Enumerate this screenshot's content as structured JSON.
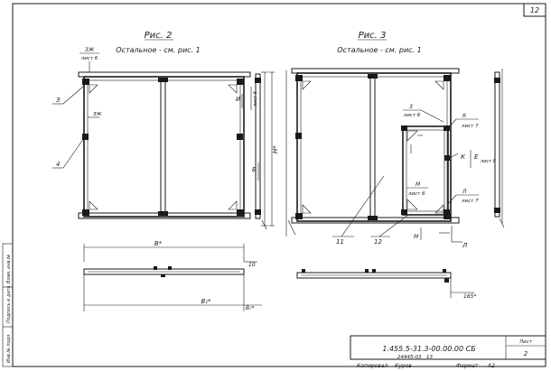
{
  "sheet": {
    "page_number": "12",
    "stamp_lines": [
      "Инв.№ подл.",
      "Подпись и дата",
      "Взам. инв.№"
    ]
  },
  "fig2": {
    "title": "Рис. 2",
    "note": "Остальное - см. рис. 1",
    "callout_zh": "ЗЖ",
    "callout_sheet": "лист 6",
    "label_3": "3",
    "label_4": "4",
    "label_zh2": "ЗЖ",
    "label_i": "И",
    "label_i_sheet": "лист 6",
    "label_e": "Е",
    "dim_vertical": "Н*",
    "dim_b": "В*",
    "dim_10": "10",
    "dim_b1": "В₁*",
    "dim_b7": "В₇*"
  },
  "fig3": {
    "title": "Рис. 3",
    "note": "Остальное - см. рис. 1",
    "label_3": "3",
    "label_3_sheet": "лист 6",
    "label_k1": "К",
    "label_k1_sheet": "лист 7",
    "label_k2": "К",
    "label_e": "Е",
    "label_e_sheet": "лист 8",
    "label_m": "М",
    "label_m_sheet": "лист 6",
    "label_l": "Л",
    "label_l_sheet": "лист 7",
    "label_11": "11",
    "label_12": "12",
    "label_m2": "М",
    "label_l2": "Л",
    "dim_165": "165*"
  },
  "title_block": {
    "doc_number": "1.455.5-31.3-00.00.00 СБ",
    "sheet_label": "Лист",
    "sheet_value": "2",
    "copied_label": "Копировал",
    "copied_value": "Куров",
    "archive_number": "24445-03",
    "archive_sheet": "13",
    "format_label": "Формат",
    "format_value": "А2"
  }
}
